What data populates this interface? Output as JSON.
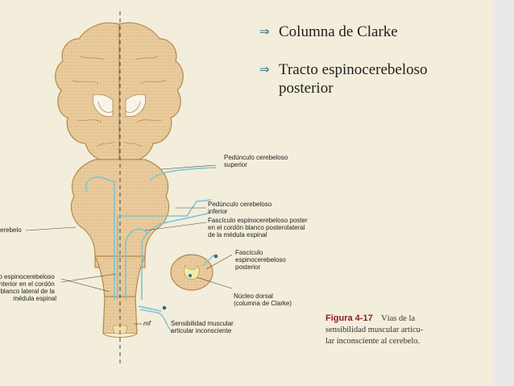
{
  "bullets": [
    {
      "text": "Columna de Clarke",
      "icon": "double-arrow-bullet-icon"
    },
    {
      "text": "Tracto espinocerebeloso posterior",
      "line1": "Tracto espinocerebeloso",
      "line2": "posterior",
      "icon": "double-arrow-bullet-icon"
    }
  ],
  "labels": {
    "pedunculo_superior": [
      "Pedúnculo cerebeloso",
      "superior"
    ],
    "pedunculo_inferior": [
      "Pedúnculo cerebeloso",
      "inferior"
    ],
    "fasciculo_posterior": [
      "Fascículo espinocerebeloso poster",
      "en el cordón blanco posterolateral",
      "de la médula espinal"
    ],
    "cerebelo": "erebelo",
    "fasciculo_anterior": [
      "ículo espinocerebeloso",
      "anterior en el cordón",
      "blanco lateral de la",
      "médula espinal"
    ],
    "fasciculo_small": [
      "Fascículo",
      "espinocerebeloso",
      "posterior"
    ],
    "nucleo_dorsal": [
      "Núcleo dorsal",
      "(columna de Clarke)"
    ],
    "sensibilidad": [
      "Sensibilidad muscular",
      "articular inconsciente"
    ],
    "mf": "mf"
  },
  "caption": {
    "bold": "Figura 4-17",
    "line1": "Vías de la",
    "line2": "sensibilidad muscular articu-",
    "line3": "lar inconsciente al cerebelo."
  },
  "colors": {
    "tract": "#7ec3d3",
    "tissue": "#e6c89a",
    "tissue_edge": "#b08a4e",
    "marker": "#2a6f84"
  }
}
